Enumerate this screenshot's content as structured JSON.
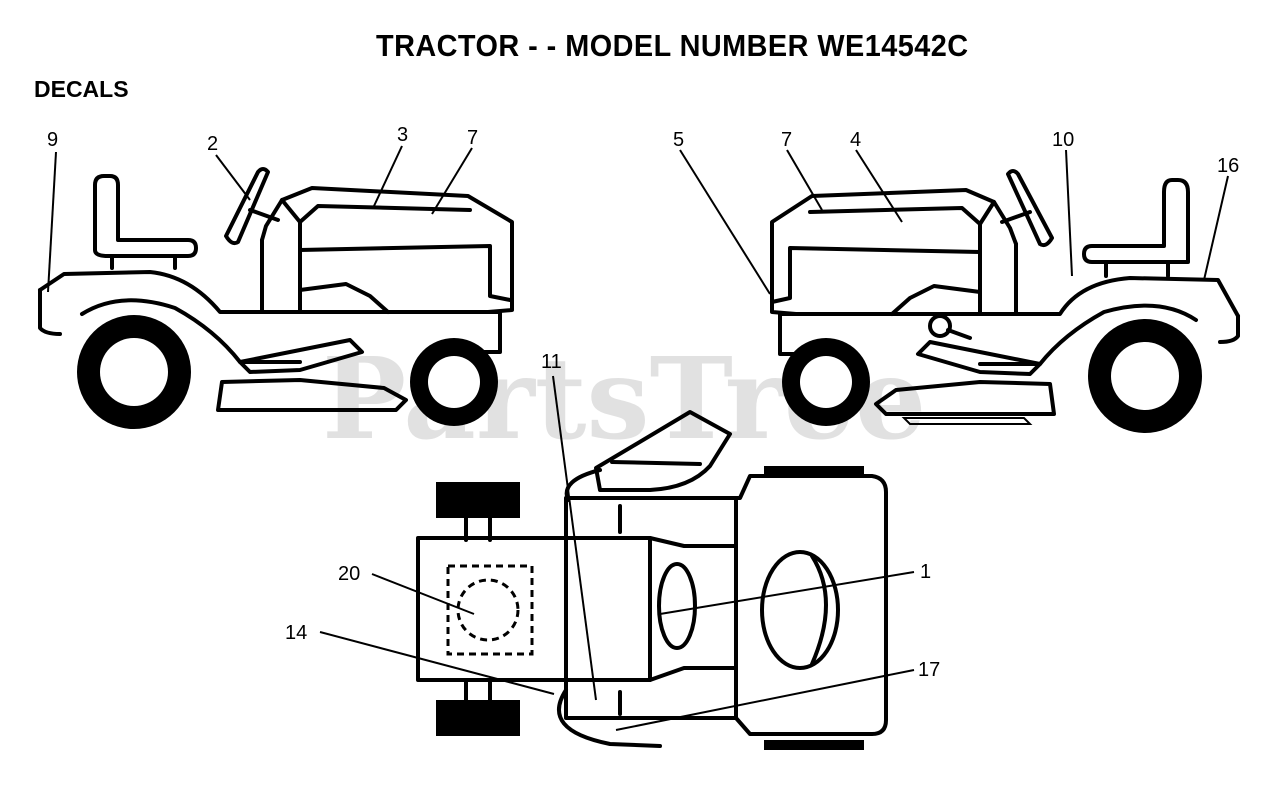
{
  "title": "TRACTOR - - MODEL NUMBER WE14542C",
  "section_label": "DECALS",
  "watermark": "PartsTree",
  "callouts": {
    "c1": "1",
    "c2": "2",
    "c3": "3",
    "c4": "4",
    "c5": "5",
    "c7a": "7",
    "c7b": "7",
    "c9": "9",
    "c10": "10",
    "c11": "11",
    "c14": "14",
    "c16": "16",
    "c17": "17",
    "c20": "20"
  }
}
